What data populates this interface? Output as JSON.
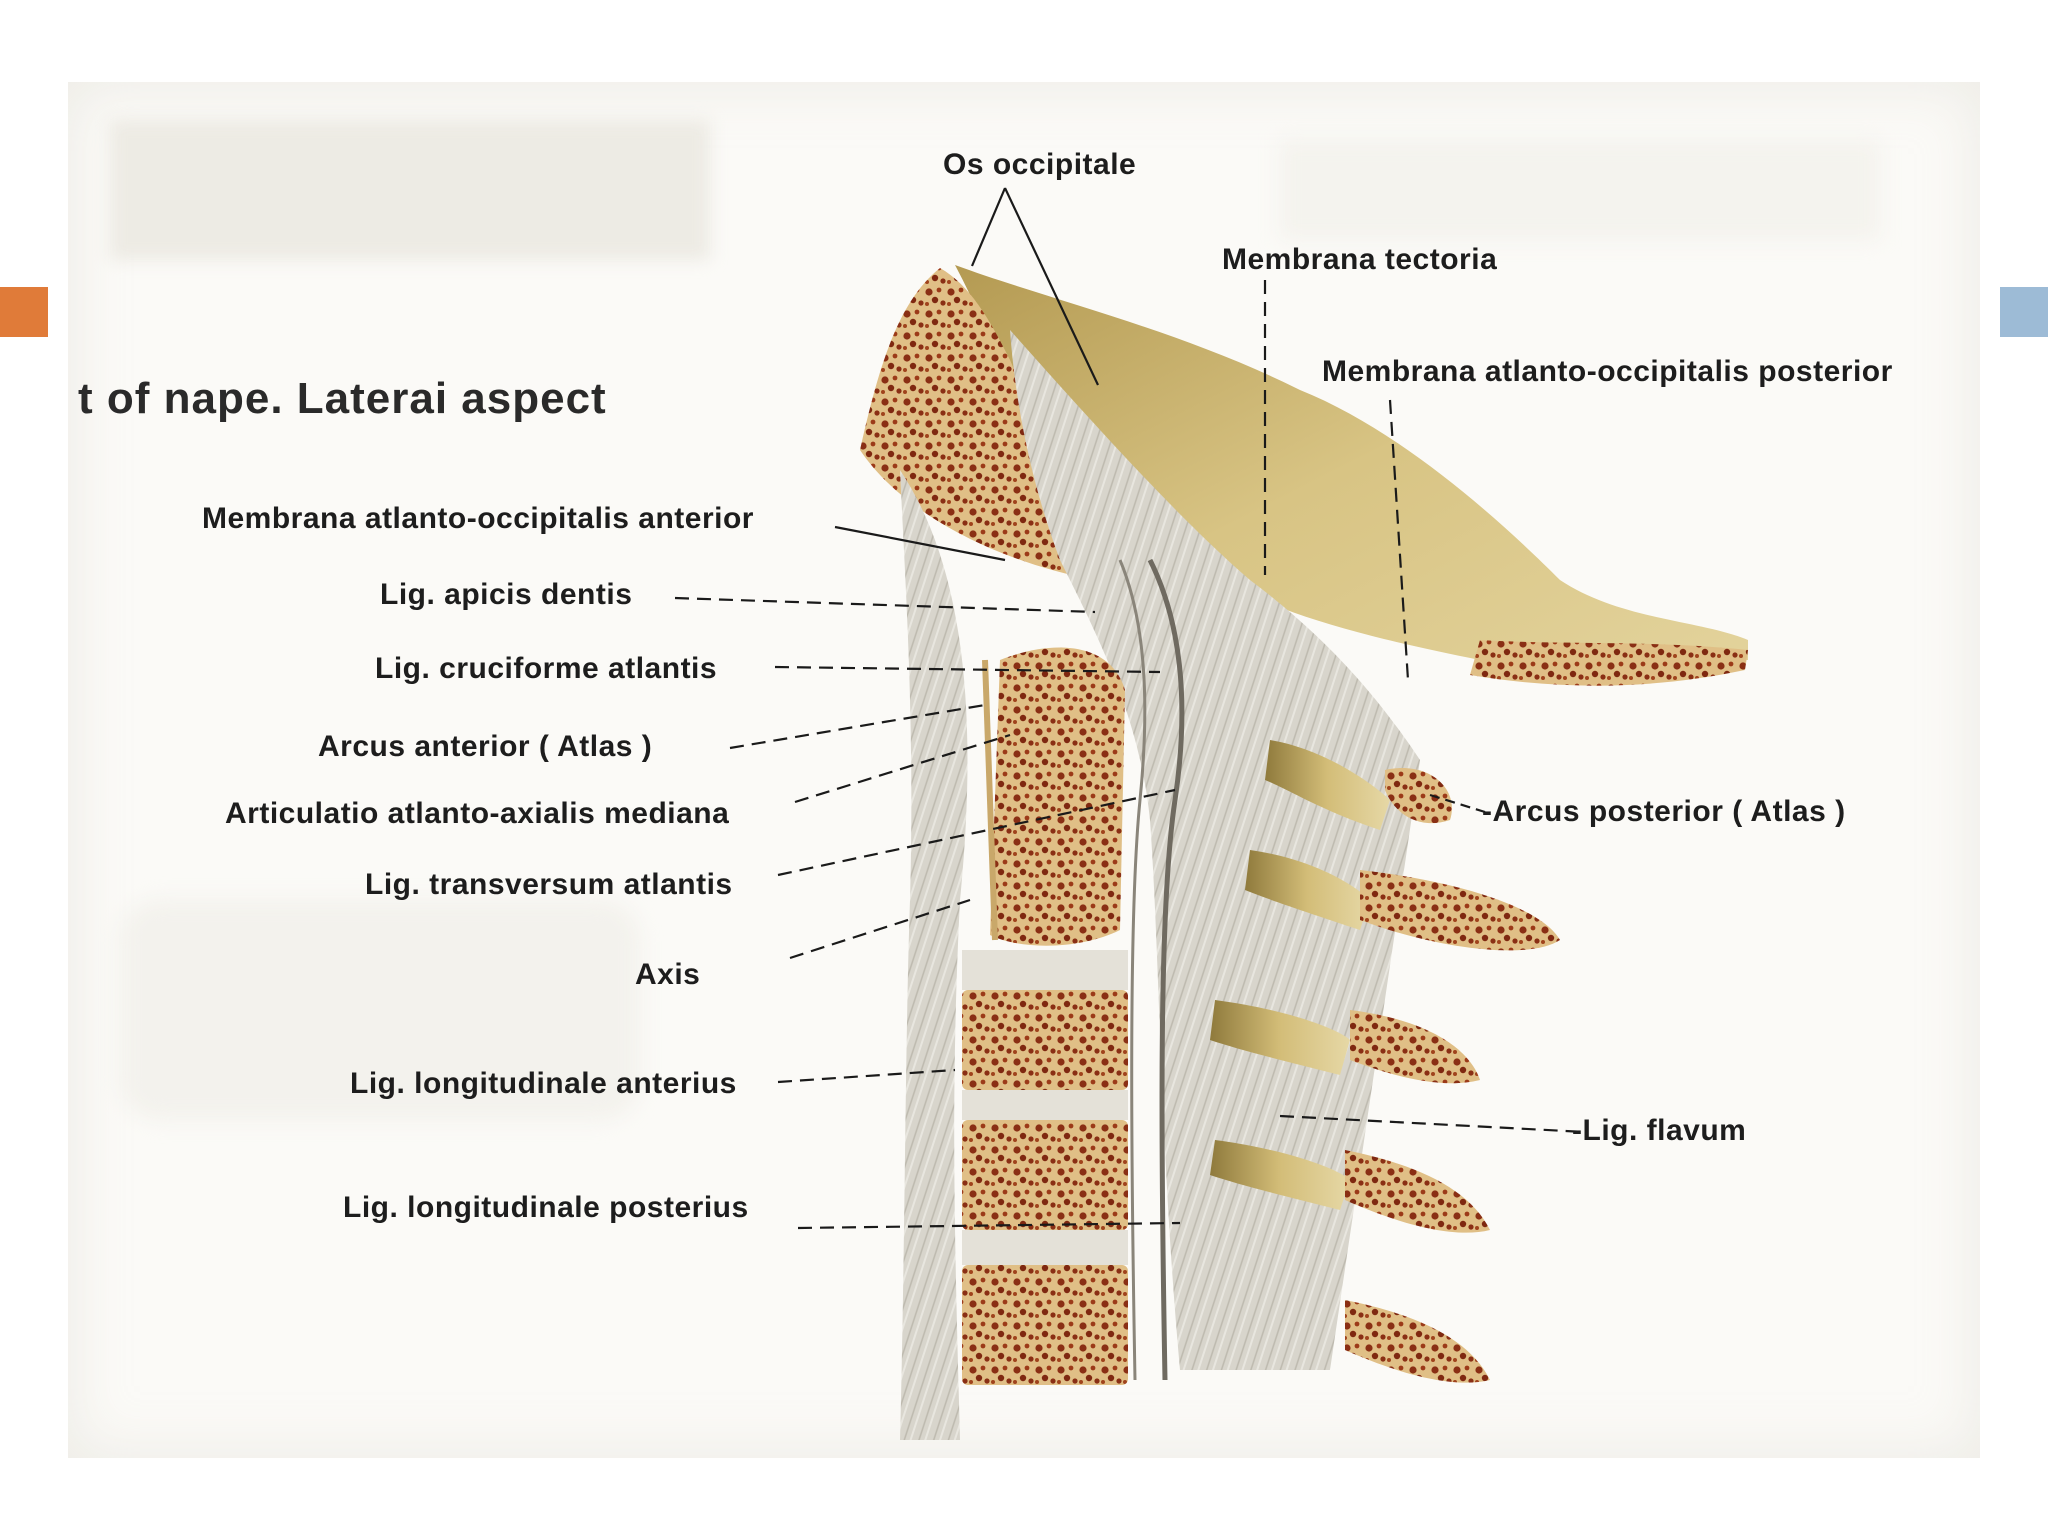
{
  "colors": {
    "accent_left": "#e07b39",
    "accent_right": "#9dbbd6",
    "bone_tan": "#d9b97a",
    "marrow": "#8a2f14",
    "ligament": "#d5d2c8",
    "occipital": "#cbb46e"
  },
  "heading": "t of nape. Laterai aspect",
  "labels": {
    "os_occipitale": "Os occipitale",
    "membrana_tectoria": "Membrana tectoria",
    "membrana_ao_posterior": "Membrana atlanto-occipitalis posterior",
    "membrana_ao_anterior": "Membrana atlanto-occipitalis anterior",
    "lig_apicis_dentis": "Lig. apicis dentis",
    "lig_cruciforme": "Lig. cruciforme atlantis",
    "arcus_anterior": "Arcus anterior ( Atlas )",
    "articulatio": "Articulatio atlanto-axialis mediana",
    "lig_transversum": "Lig. transversum atlantis",
    "axis": "Axis",
    "lig_long_anterius": "Lig. longitudinale anterius",
    "lig_long_posterius": "Lig. longitudinale posterius",
    "arcus_posterior": "-Arcus posterior ( Atlas )",
    "lig_flavum": "-Lig. flavum"
  }
}
